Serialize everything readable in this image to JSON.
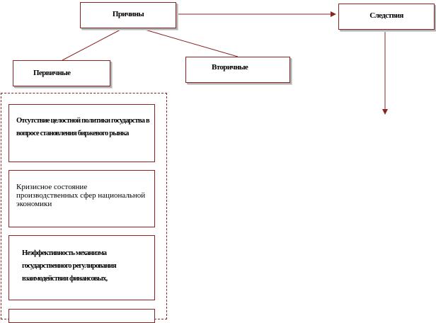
{
  "diagram": {
    "causes_title": "Причины",
    "effects_title": "Следствия",
    "primary_label": "Первичные",
    "secondary_label": "Вторичные",
    "primary_causes": [
      "Отсутствие целостной политики государства в вопросе становления биржевого рынка",
      "Кризисное состояние производственных сфер национальной экономики",
      "Неэффективность механизма государственного регулирования взаимодействия финансовых,"
    ]
  },
  "colors": {
    "border": "#8b2323",
    "line": "#8b2323",
    "shadow": "#b3b3b3"
  }
}
